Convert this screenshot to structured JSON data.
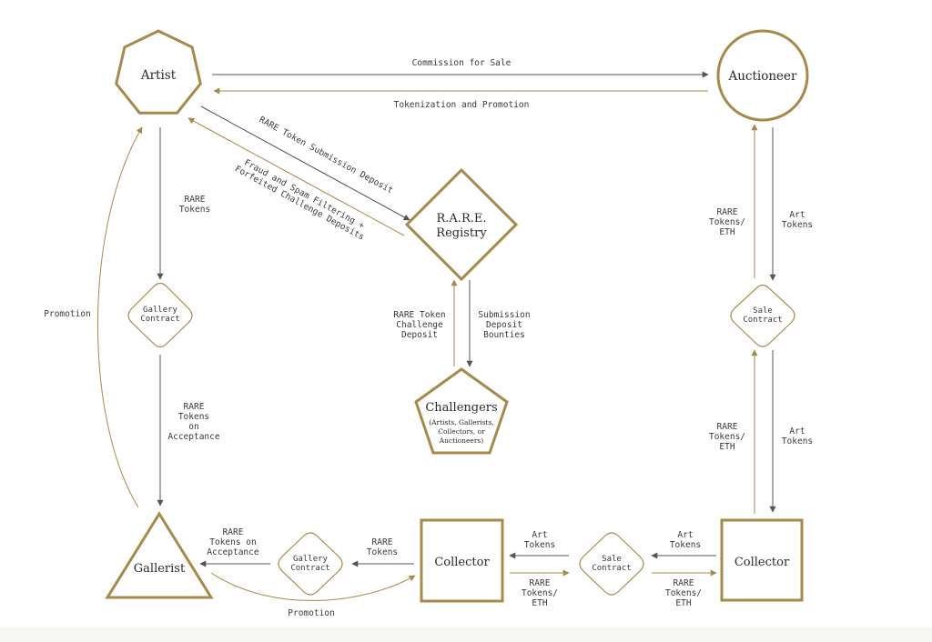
{
  "colors": {
    "gold": "#a8894c",
    "dark": "#555555",
    "text": "#333333"
  },
  "nodes": {
    "artist": "Artist",
    "auctioneer": "Auctioneer",
    "registry": [
      "R.A.R.E.",
      "Registry"
    ],
    "challengers": {
      "title": "Challengers",
      "sub": [
        "(Artists, Gallerists,",
        "Collectors, or",
        "Auctioneers)"
      ]
    },
    "gallerist": "Gallerist",
    "collector_center": "Collector",
    "collector_right": "Collector",
    "gallery_contract_top": [
      "Gallery",
      "Contract"
    ],
    "gallery_contract_bottom": [
      "Gallery",
      "Contract"
    ],
    "sale_contract_right": [
      "Sale",
      "Contract"
    ],
    "sale_contract_bottom": [
      "Sale",
      "Contract"
    ]
  },
  "edges": {
    "commission_for_sale": [
      "Commission for Sale"
    ],
    "tokenization_promotion": [
      "Tokenization and Promotion"
    ],
    "rare_submission_deposit": [
      "RARE Token Submission Deposit"
    ],
    "fraud_filtering": [
      "Fraud and Spam Filtering +",
      "Forfeited Challenge Deposits"
    ],
    "artist_rare_tokens": [
      "RARE",
      "Tokens"
    ],
    "gallery_rare_on_acceptance": [
      "RARE",
      "Tokens",
      "on",
      "Acceptance"
    ],
    "promotion_left": [
      "Promotion"
    ],
    "challenge_deposit": [
      "RARE Token",
      "Challenge",
      "Deposit"
    ],
    "submission_bounties": [
      "Submission",
      "Deposit",
      "Bounties"
    ],
    "auct_rare_eth": [
      "RARE",
      "Tokens/",
      "ETH"
    ],
    "auct_art_tokens": [
      "Art",
      "Tokens"
    ],
    "sale_rare_eth": [
      "RARE",
      "Tokens/",
      "ETH"
    ],
    "sale_art_tokens": [
      "Art",
      "Tokens"
    ],
    "gall_rare_on_accept": [
      "RARE",
      "Tokens on",
      "Acceptance"
    ],
    "coll_rare_tokens": [
      "RARE",
      "Tokens"
    ],
    "promotion_bottom": [
      "Promotion"
    ],
    "art_tokens_mid": [
      "Art",
      "Tokens"
    ],
    "rare_eth_mid": [
      "RARE",
      "Tokens/",
      "ETH"
    ],
    "art_tokens_right": [
      "Art",
      "Tokens"
    ],
    "rare_eth_right": [
      "RARE",
      "Tokens/",
      "ETH"
    ]
  }
}
